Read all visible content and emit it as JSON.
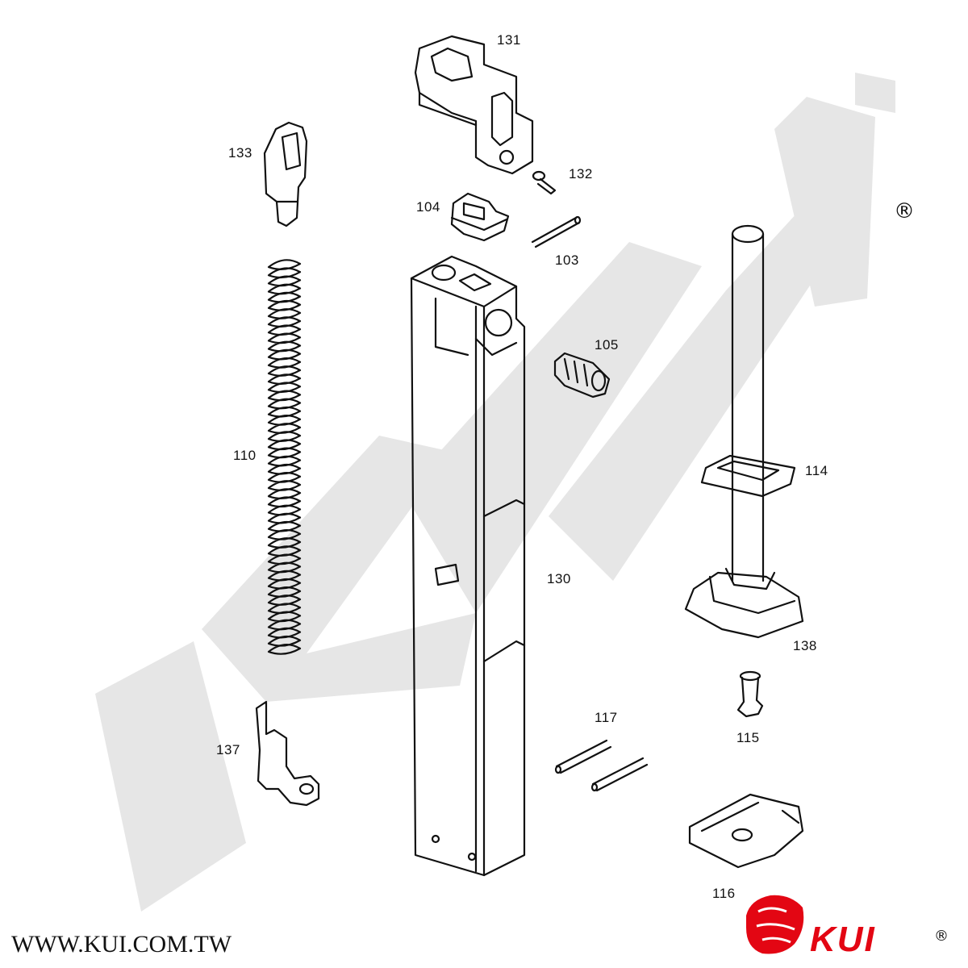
{
  "watermark": {
    "text": "KUI",
    "color": "#e6e6e6"
  },
  "registered_mark": "®",
  "parts": [
    {
      "id": "131",
      "label": "131"
    },
    {
      "id": "133",
      "label": "133"
    },
    {
      "id": "132",
      "label": "132"
    },
    {
      "id": "104",
      "label": "104"
    },
    {
      "id": "103",
      "label": "103"
    },
    {
      "id": "105",
      "label": "105"
    },
    {
      "id": "110",
      "label": "110"
    },
    {
      "id": "114",
      "label": "114"
    },
    {
      "id": "130",
      "label": "130"
    },
    {
      "id": "138",
      "label": "138"
    },
    {
      "id": "117",
      "label": "117"
    },
    {
      "id": "115",
      "label": "115"
    },
    {
      "id": "137",
      "label": "137"
    },
    {
      "id": "116",
      "label": "116"
    }
  ],
  "footer": {
    "website": "WWW.KUI.COM.TW",
    "brand_name": "KUI",
    "brand_mark": "®",
    "brand_color": "#e30613"
  }
}
